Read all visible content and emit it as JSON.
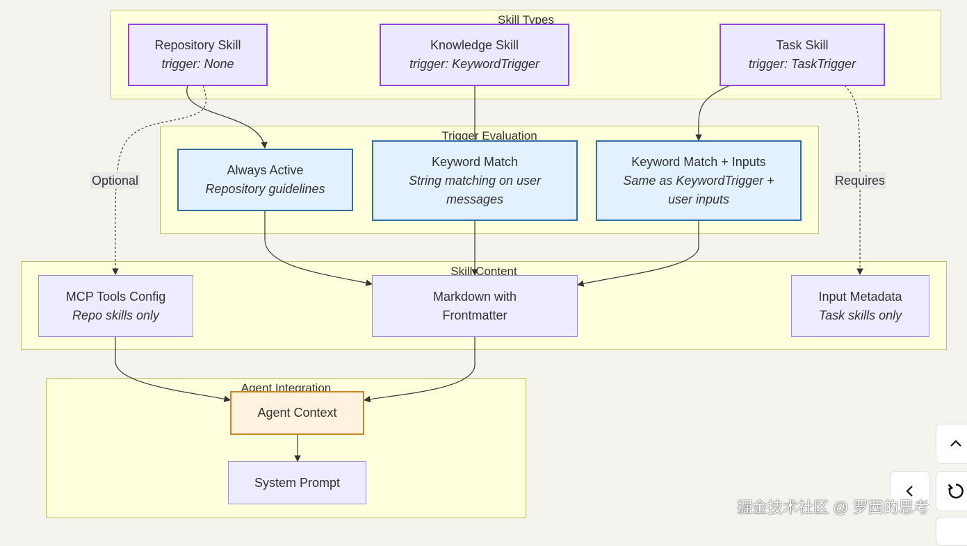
{
  "clusters": {
    "skill_types": "Skill Types",
    "trigger_evaluation": "Trigger Evaluation",
    "skill_content": "Skill Content",
    "agent_integration": "Agent Integration"
  },
  "nodes": {
    "repository_skill": {
      "title": "Repository Skill",
      "sub": "trigger: None"
    },
    "knowledge_skill": {
      "title": "Knowledge Skill",
      "sub": "trigger: KeywordTrigger"
    },
    "task_skill": {
      "title": "Task Skill",
      "sub": "trigger: TaskTrigger"
    },
    "always_active": {
      "title": "Always Active",
      "sub": "Repository guidelines"
    },
    "keyword_match": {
      "title": "Keyword Match",
      "sub": "String matching on user messages"
    },
    "keyword_match_inputs": {
      "title": "Keyword Match + Inputs",
      "sub": "Same as KeywordTrigger + user inputs"
    },
    "mcp_tools_config": {
      "title": "MCP Tools Config",
      "sub": "Repo skills only"
    },
    "markdown_frontmatter": {
      "title": "Markdown with Frontmatter"
    },
    "input_metadata": {
      "title": "Input Metadata",
      "sub": "Task skills only"
    },
    "agent_context": {
      "title": "Agent Context"
    },
    "system_prompt": {
      "title": "System Prompt"
    }
  },
  "edge_labels": {
    "optional": "Optional",
    "requires": "Requires"
  },
  "watermark": "掘金技术社区 @ 罗西的思考",
  "colors": {
    "cluster_fill": "#ffffde",
    "cluster_border": "#b8c46a",
    "skill_type_border": "#8f46e0",
    "trigger_border": "#2f6ea8",
    "content_border": "#9e8fd4",
    "agent_context_border": "#c98620"
  }
}
